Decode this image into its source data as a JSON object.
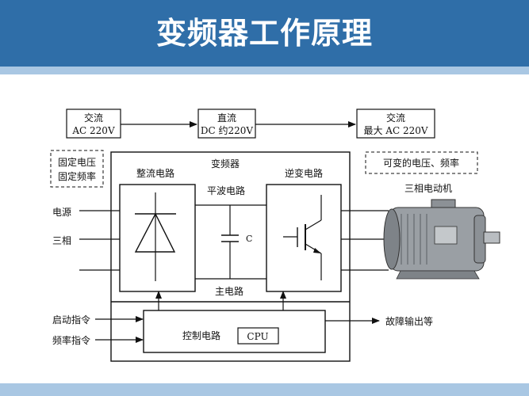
{
  "title": "变频器工作原理",
  "flow": {
    "box1_line1": "交流",
    "box1_line2": "AC 220V",
    "box2_line1": "直流",
    "box2_line2": "DC 约220V",
    "box3_line1": "交流",
    "box3_line2": "最大 AC  220V"
  },
  "fixed_note": {
    "line1": "固定电压",
    "line2": "固定频率"
  },
  "variable_note": "可变的电压、频率",
  "inverter_label": "变频器",
  "rectifier_label": "整流电路",
  "filter_label": "平波电路",
  "capacitor_label": "C",
  "inverter_circuit_label": "逆变电路",
  "main_circuit_label": "主电路",
  "motor_label": "三相电动机",
  "inputs": {
    "power": "电源",
    "three_phase": "三相"
  },
  "control_circuit_label": "控制电路",
  "cpu_label": "CPU",
  "start_command": "启动指令",
  "freq_command": "频率指令",
  "fault_output": "故障输出等",
  "colors": {
    "header": "#2f6ea8",
    "accent_strip": "#a9c7e3",
    "motor": "#9a9fa4"
  }
}
